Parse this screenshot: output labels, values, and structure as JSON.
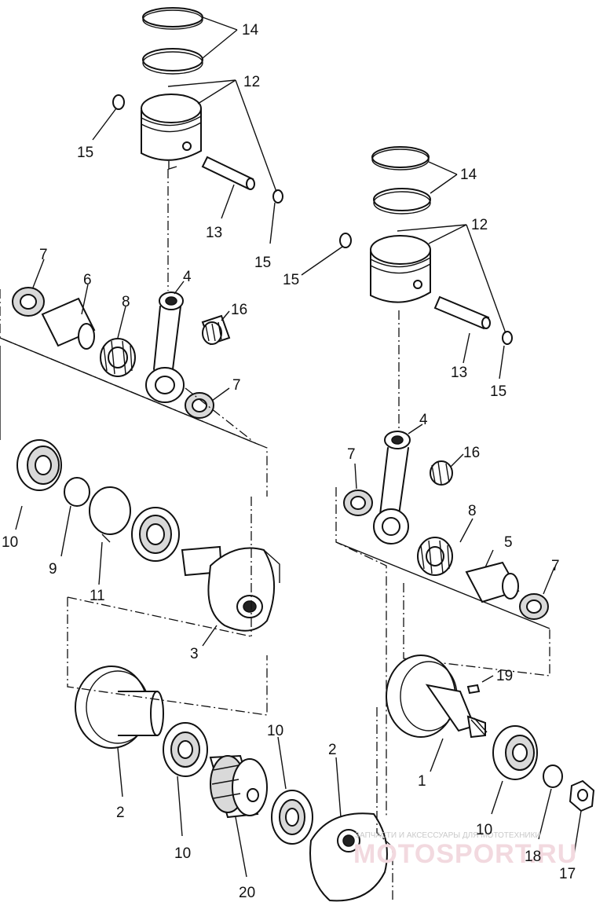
{
  "callouts": {
    "c14a": "14",
    "c12a": "12",
    "c15a": "15",
    "c13a": "13",
    "c15b": "15",
    "c7a": "7",
    "c6": "6",
    "c4a": "4",
    "c8a": "8",
    "c16a": "16",
    "c7b": "7",
    "c14b": "14",
    "c12b": "12",
    "c15c": "15",
    "c13b": "13",
    "c15d": "15",
    "c4b": "4",
    "c7c": "7",
    "c16b": "16",
    "c8b": "8",
    "c5": "5",
    "c7d": "7",
    "c10a": "10",
    "c9": "9",
    "c11": "11",
    "c3": "3",
    "c19": "19",
    "c1": "1",
    "c2a": "2",
    "c10b": "10",
    "c20": "20",
    "c10c": "10",
    "c2b": "2",
    "c10d": "10",
    "c18": "18",
    "c17": "17"
  },
  "watermark": {
    "tagline": "ЗАПЧАСТИ И АКСЕССУАРЫ ДЛЯ МОТОТЕХНИКИ",
    "logo": "MOTOSPORT.RU"
  }
}
